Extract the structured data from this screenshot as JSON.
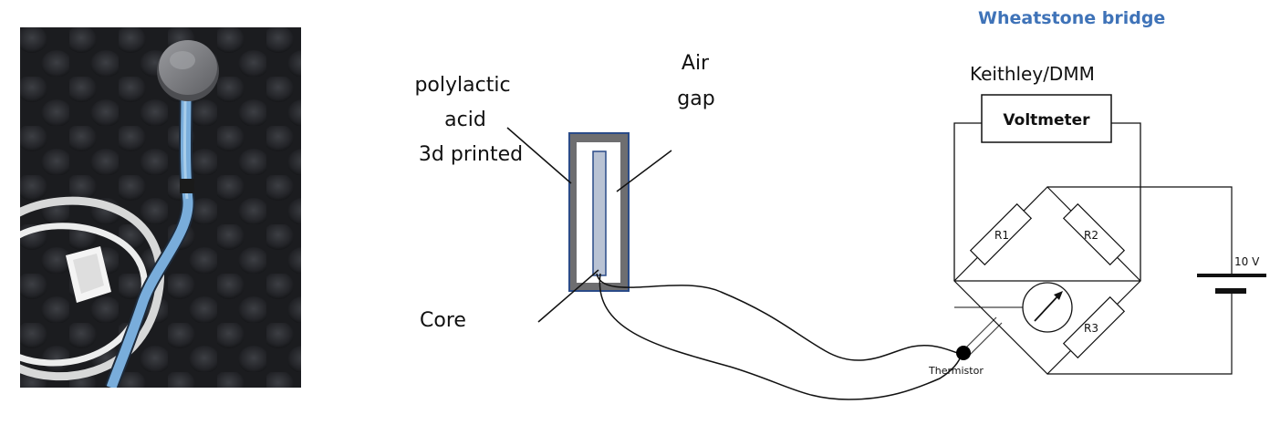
{
  "photo": {
    "icon": "sensor-probe-photo",
    "colors": {
      "foam": "#242528",
      "cable_blue": "#7ab0dc",
      "cap_gray": "#7f8084",
      "white_cable": "#e9eaea"
    }
  },
  "probe": {
    "material_label": [
      "polylactic",
      "acid",
      "3d printed"
    ],
    "air_gap_label": [
      "Air",
      "gap"
    ],
    "core_label": "Core",
    "colors": {
      "shell": "#6e6e70",
      "core": "#b9c3d4",
      "frame": "#2a4b88"
    }
  },
  "bridge": {
    "title": "Wheatstone bridge",
    "title_color": "#3f73b8",
    "meter_name": "Keithley/DMM",
    "voltmeter_label": "Voltmeter",
    "resistors": [
      "R1",
      "R2",
      "R3"
    ],
    "battery_label": "10 V",
    "thermistor_label": "Thermistor",
    "icons": [
      "galvanometer-icon",
      "battery-icon",
      "thermistor-node-icon"
    ]
  }
}
